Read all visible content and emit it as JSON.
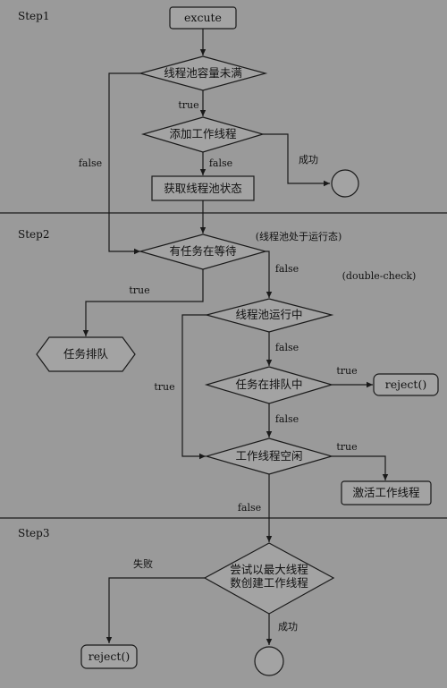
{
  "steps": {
    "step1": "Step1",
    "step2": "Step2",
    "step3": "Step3"
  },
  "nodes": {
    "excute": "excute",
    "pool_not_full": "线程池容量未满",
    "add_worker": "添加工作线程",
    "get_state": "获取线程池状态",
    "has_task_waiting": "有任务在等待",
    "task_queue": "任务排队",
    "pool_running": "线程池运行中",
    "task_queueing": "任务在排队中",
    "reject_1": "reject()",
    "worker_idle": "工作线程空闲",
    "activate_worker": "激活工作线程",
    "try_max_line1": "尝试以最大线程",
    "try_max_line2": "数创建工作线程",
    "reject_2": "reject()"
  },
  "labels": {
    "true_1": "true",
    "false_1": "false",
    "false_2": "false",
    "success_1": "成功",
    "pool_in_running": "(线程池处于运行态)",
    "double_check": "(double-check)",
    "true_2": "true",
    "false_3": "false",
    "false_4": "false",
    "true_3": "true",
    "true_4": "true",
    "false_5": "false",
    "true_5": "true",
    "false_6": "false",
    "fail": "失败",
    "success_2": "成功"
  }
}
